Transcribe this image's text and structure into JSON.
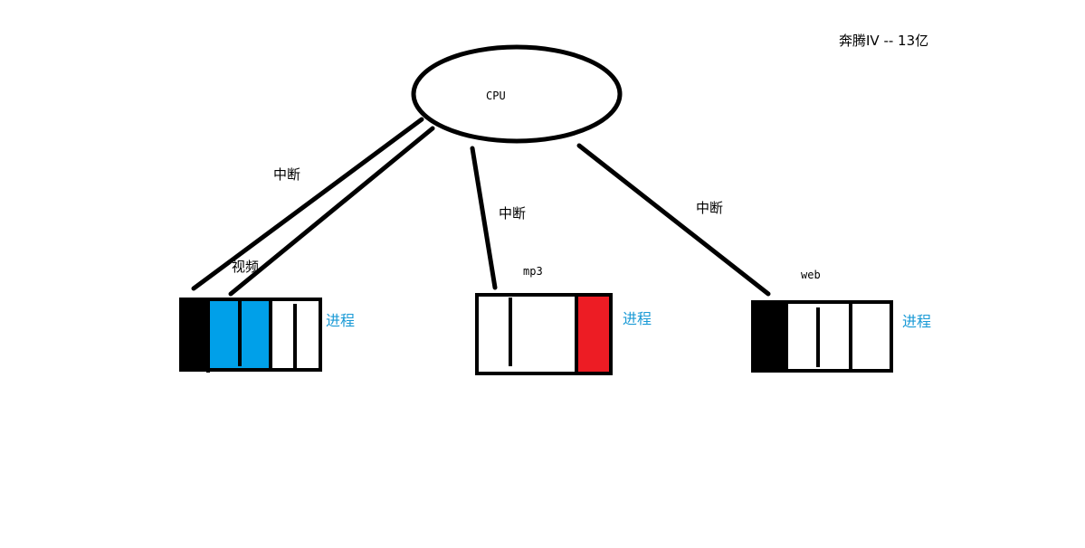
{
  "title": "奔腾IV -- 13亿",
  "cpu": {
    "label": "CPU"
  },
  "interrupt_label": "中断",
  "process_label": "进程",
  "tasks": [
    {
      "id": "video",
      "label": "视频",
      "process": "进程"
    },
    {
      "id": "mp3",
      "label": "mp3",
      "process": "进程"
    },
    {
      "id": "web",
      "label": "web",
      "process": "进程"
    }
  ],
  "colors": {
    "black": "#000000",
    "blue": "#00a0e9",
    "red": "#ed1c24",
    "process_text": "#1a9ad6"
  }
}
